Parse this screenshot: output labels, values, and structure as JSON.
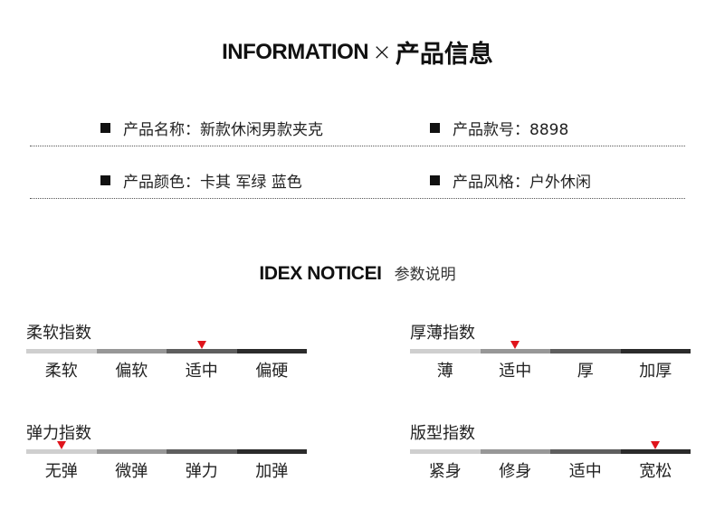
{
  "title": {
    "english": "INFORMATION",
    "separator": "×",
    "chinese": "产品信息"
  },
  "info": {
    "name": "产品名称：新款休闲男款夹克",
    "model": "产品款号：8898",
    "color": "产品颜色：卡其 军绿 蓝色",
    "style": "产品风格：户外休闲"
  },
  "params": {
    "english": "IDEX NOTICEI",
    "chinese": "参数说明"
  },
  "scales": [
    {
      "title": "柔软指数",
      "labels": [
        "柔软",
        "偏软",
        "适中",
        "偏硬"
      ],
      "selected_index": 2
    },
    {
      "title": "厚薄指数",
      "labels": [
        "薄",
        "适中",
        "厚",
        "加厚"
      ],
      "selected_index": 1
    },
    {
      "title": "弹力指数",
      "labels": [
        "无弹",
        "微弹",
        "弹力",
        "加弹"
      ],
      "selected_index": 0
    },
    {
      "title": "版型指数",
      "labels": [
        "紧身",
        "修身",
        "适中",
        "宽松"
      ],
      "selected_index": 3
    }
  ],
  "colors": {
    "marker": "#e0141c",
    "bar_segments": [
      "#cfcfcf",
      "#979797",
      "#5e5e5e",
      "#2b2b2b"
    ]
  },
  "icons": {
    "bullet": "square-bullet-icon",
    "marker": "triangle-marker-icon"
  }
}
